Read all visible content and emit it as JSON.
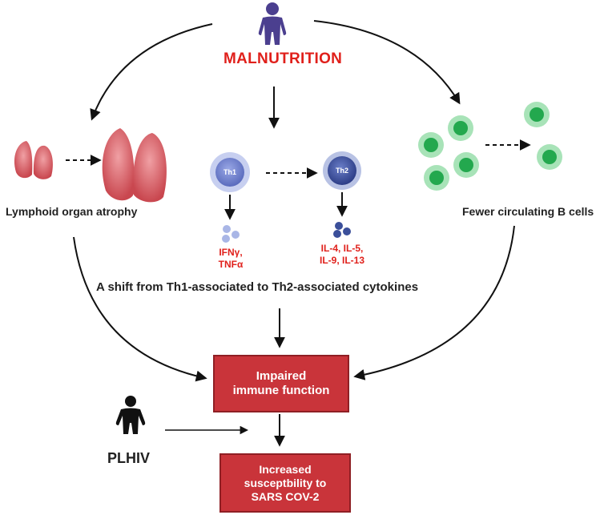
{
  "title": "MALNUTRITION",
  "labels": {
    "lymphoid": "Lymphoid organ atrophy",
    "bcells": "Fewer circulating B cells",
    "shift": "A shift from Th1-associated to Th2-associated cytokines",
    "plhiv": "PLHIV"
  },
  "cells": {
    "th1": "Th1",
    "th2": "Th2"
  },
  "cytokines": {
    "th1_line1": "IFNγ,",
    "th1_line2": "TNFα",
    "th2_line1": "IL-4, IL-5,",
    "th2_line2": "IL-9, IL-13"
  },
  "boxes": {
    "impaired_line1": "Impaired",
    "impaired_line2": "immune function",
    "increased_line1": "Increased",
    "increased_line2": "susceptbility to",
    "increased_line3": "SARS COV-2"
  },
  "icons": {
    "person_top": "person-icon",
    "person_plhiv": "person-icon",
    "organ_small": "lymphoid-organ-icon",
    "organ_large": "lymphoid-organ-icon",
    "b_cell": "b-cell-icon"
  },
  "colors": {
    "accent_red": "#e0201b",
    "box_fill": "#c9343a",
    "person_top": "#4b3f8f",
    "th1_cell": "#6f7fc9",
    "th2_cell": "#3b4f9a",
    "b_cell": "#3fbf6a",
    "organ": "#d9656b"
  }
}
